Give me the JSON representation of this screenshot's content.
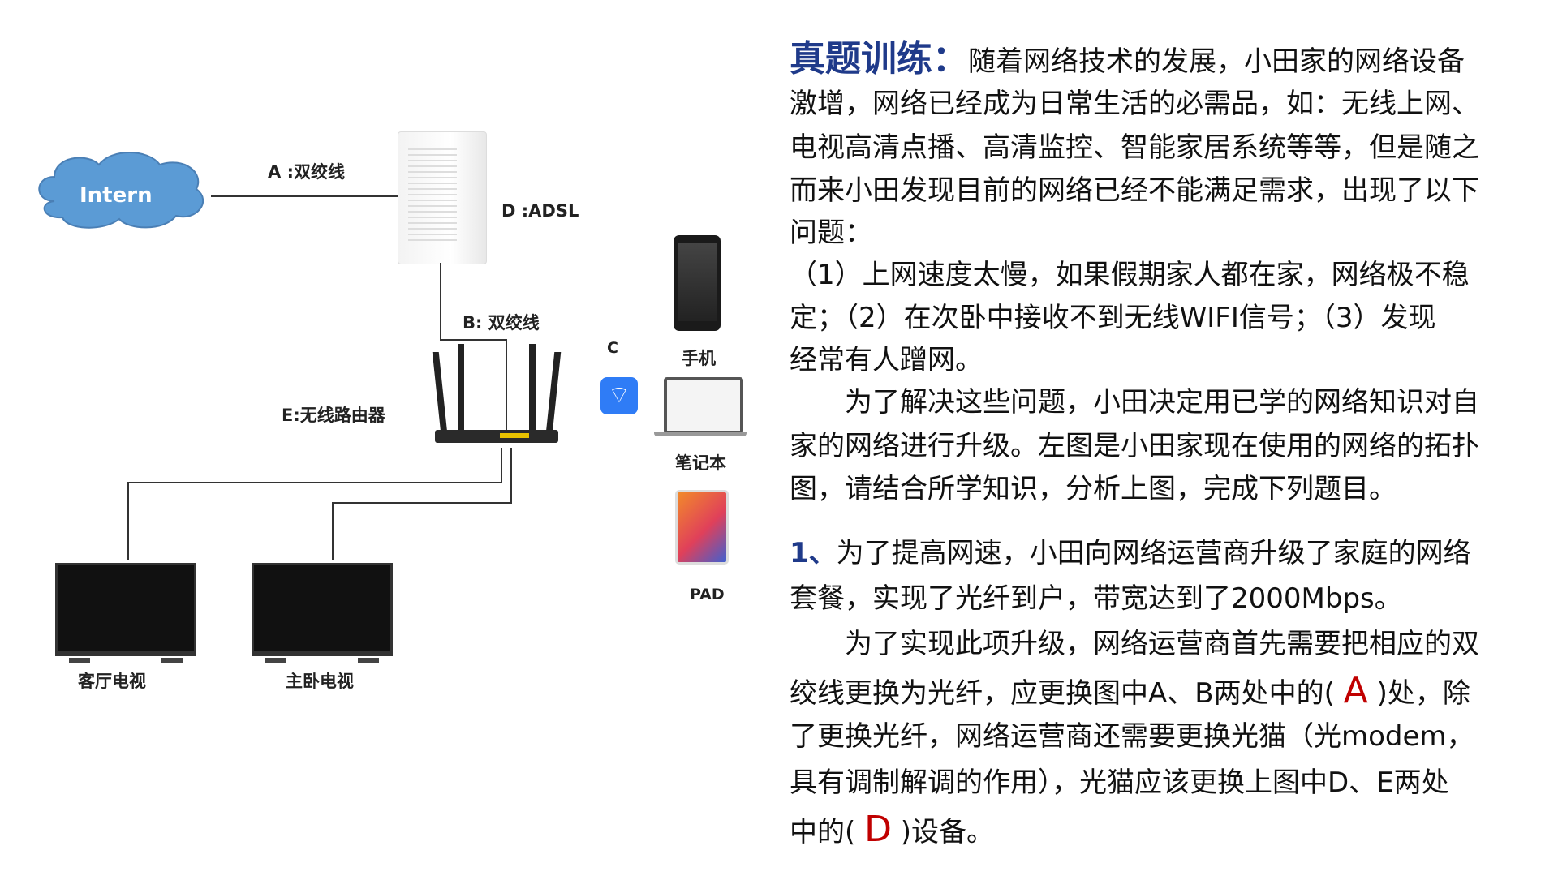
{
  "diagram": {
    "cloud_label": "Intern",
    "label_a": "A :双绞线",
    "label_d": "D :ADSL",
    "label_b": "B:   双绞线",
    "label_e": "E:无线路由器",
    "label_c": "C",
    "phone_label": "手机",
    "laptop_label": "笔记本",
    "pad_label": "PAD",
    "tv1_label": "客厅电视",
    "tv2_label": "主卧电视",
    "colors": {
      "cloud": "#5b9bd5",
      "wifi": "#2f7cf6"
    }
  },
  "text": {
    "title": "真题训练：",
    "l1": "随着网络技术的发展，小田家的网络设备",
    "l2": "激增，网络已经成为日常生活的必需品，如：无线上网、",
    "l3": "电视高清点播、高清监控、智能家居系统等等，但是随之",
    "l4": "而来小田发现目前的网络已经不能满足需求，出现了以下",
    "l5": "问题：",
    "l6": "（1）上网速度太慢，如果假期家人都在家，网络极不稳",
    "l7": "定；（2）在次卧中接收不到无线WIFI信号；（3）发现",
    "l8": "经常有人蹭网。",
    "l9": "　　为了解决这些问题，小田决定用已学的网络知识对自",
    "l10": "家的网络进行升级。左图是小田家现在使用的网络的拓扑",
    "l11": "图，请结合所学知识，分析上图，完成下列题目。",
    "q_num": "1、",
    "q1": "为了提高网速，小田向网络运营商升级了家庭的网络",
    "q2": "套餐，实现了光纤到户，带宽达到了2000Mbps。",
    "q3": "　　为了实现此项升级，网络运营商首先需要把相应的双",
    "q4a": "绞线更换为光纤，应更换图中A、B两处中的( ",
    "answer1": "A",
    "q4b": " )处，除",
    "q5": "了更换光纤，网络运营商还需要更换光猫（光modem，",
    "q6": "具有调制解调的作用），光猫应该更换上图中D、E两处",
    "q7a": "中的( ",
    "answer2": "D",
    "q7b": " )设备。",
    "colors": {
      "title": "#1f3a8a",
      "answer": "#c00000"
    }
  }
}
